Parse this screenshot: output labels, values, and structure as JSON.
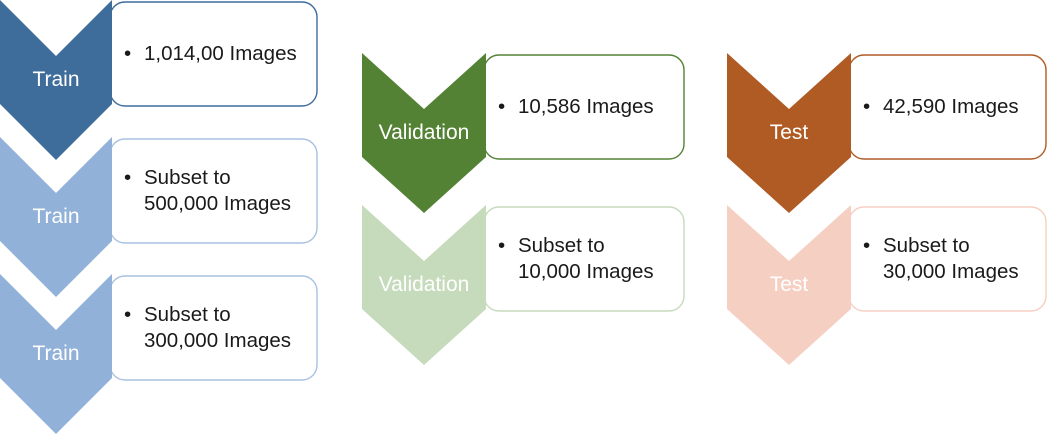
{
  "columns": [
    {
      "name": "train-column",
      "color_main": "#3e6c9b",
      "color_light": "#92b1d9",
      "box_stroke_main": "#3e6c9b",
      "box_stroke_light": "#a9c2e0",
      "steps": [
        {
          "label": "Train",
          "lines": [
            "1,014,00 Images"
          ],
          "variant": "main"
        },
        {
          "label": "Train",
          "lines": [
            "Subset to",
            "500,000 Images"
          ],
          "variant": "light"
        },
        {
          "label": "Train",
          "lines": [
            "Subset to",
            "300,000 Images"
          ],
          "variant": "light"
        }
      ]
    },
    {
      "name": "validation-column",
      "color_main": "#548235",
      "color_light": "#c5dbbb",
      "box_stroke_main": "#548235",
      "box_stroke_light": "#c5dbbb",
      "steps": [
        {
          "label": "Validation",
          "lines": [
            "10,586 Images"
          ],
          "variant": "main"
        },
        {
          "label": "Validation",
          "lines": [
            "Subset to",
            "10,000 Images"
          ],
          "variant": "light"
        }
      ]
    },
    {
      "name": "test-column",
      "color_main": "#b05a24",
      "color_light": "#f6cfc3",
      "box_stroke_main": "#b05a24",
      "box_stroke_light": "#f6cfc3",
      "steps": [
        {
          "label": "Test",
          "lines": [
            "42,590 Images"
          ],
          "variant": "main"
        },
        {
          "label": "Test",
          "lines": [
            "Subset to",
            "30,000 Images"
          ],
          "variant": "light"
        }
      ]
    }
  ],
  "text_color_on_main": "#ffffff",
  "text_color_on_light": "#ffffff",
  "bullet_symbol": "•"
}
